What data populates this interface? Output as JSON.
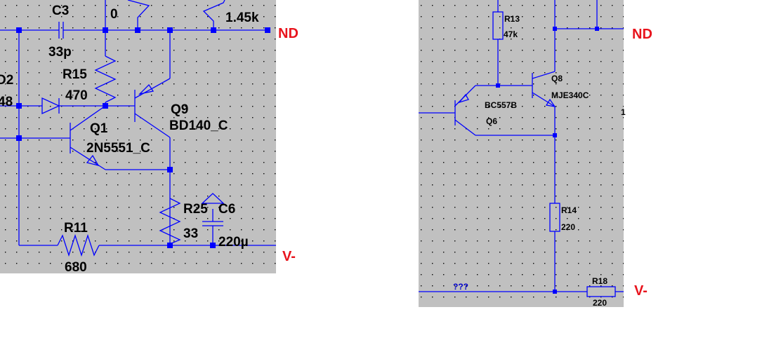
{
  "left_panel": {
    "net_labels": {
      "top": "ND",
      "bottom": "V-"
    },
    "components": {
      "c3": {
        "ref": "C3",
        "value": "33p"
      },
      "top_partial_value": "0",
      "top_resistor_value": "1.45k",
      "d2": {
        "ref_fragment": "D2",
        "value_fragment": "48"
      },
      "r15": {
        "ref": "R15",
        "value": "470"
      },
      "q1": {
        "ref": "Q1",
        "model": "2N5551_C"
      },
      "q9": {
        "ref": "Q9",
        "model": "BD140_C"
      },
      "r25": {
        "ref": "R25",
        "value": "33"
      },
      "c6": {
        "ref": "C6",
        "value": "220µ"
      },
      "r11": {
        "ref": "R11",
        "value": "680"
      }
    }
  },
  "right_panel": {
    "net_labels": {
      "top": "ND",
      "bottom": "V-"
    },
    "components": {
      "r13": {
        "ref": "R13",
        "value": "47k"
      },
      "q8": {
        "ref": "Q8",
        "model": "MJE340C"
      },
      "q6": {
        "ref": "Q6",
        "model": "BC557B"
      },
      "r14": {
        "ref": "R14",
        "value": "220"
      },
      "r18": {
        "ref": "R18",
        "value": "220"
      }
    },
    "unknown_label": "???",
    "edge_fragment": "1"
  },
  "colors": {
    "canvas": "#c0c0c0",
    "wire": "#0000ff",
    "net_label": "#e8141d",
    "text": "#000000"
  }
}
